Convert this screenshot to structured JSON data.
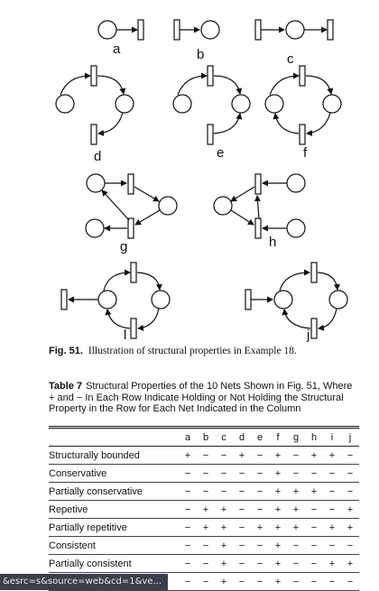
{
  "figure": {
    "net_labels": [
      "a",
      "b",
      "c",
      "d",
      "e",
      "f",
      "g",
      "h",
      "l",
      "j"
    ]
  },
  "fig_caption": {
    "number": "Fig. 51.",
    "text": "Illustration of structural properties in Example 18."
  },
  "table_caption": {
    "number": "Table 7",
    "text": "Structural Properties of the 10 Nets Shown in Fig. 51, Where + and − In Each Row Indicate Holding or Not Holding the Structural Property in the Row for Each Net Indicated in the Column"
  },
  "table": {
    "columns": [
      "a",
      "b",
      "c",
      "d",
      "e",
      "f",
      "g",
      "h",
      "i",
      "j"
    ],
    "rows": [
      {
        "property": "Structurally bounded",
        "values": [
          "+",
          "−",
          "−",
          "+",
          "−",
          "+",
          "−",
          "+",
          "+",
          "−"
        ]
      },
      {
        "property": "Conservative",
        "values": [
          "−",
          "−",
          "−",
          "−",
          "−",
          "+",
          "−",
          "−",
          "−",
          "−"
        ]
      },
      {
        "property": "Partially conservative",
        "values": [
          "−",
          "−",
          "−",
          "−",
          "−",
          "+",
          "+",
          "+",
          "−",
          "−"
        ]
      },
      {
        "property": "Repetive",
        "values": [
          "−",
          "+",
          "+",
          "−",
          "−",
          "+",
          "+",
          "−",
          "−",
          "+"
        ]
      },
      {
        "property": "Partially repetitive",
        "values": [
          "−",
          "+",
          "+",
          "−",
          "+",
          "+",
          "+",
          "−",
          "+",
          "+"
        ]
      },
      {
        "property": "Consistent",
        "values": [
          "−",
          "−",
          "+",
          "−",
          "−",
          "+",
          "−",
          "−",
          "−",
          "−"
        ]
      },
      {
        "property": "Partially consistent",
        "values": [
          "−",
          "−",
          "+",
          "−",
          "−",
          "+",
          "−",
          "−",
          "+",
          "+"
        ]
      },
      {
        "property": "",
        "values": [
          "−",
          "−",
          "+",
          "−",
          "−",
          "+",
          "−",
          "−",
          "−",
          "−"
        ]
      }
    ]
  },
  "status_url": "&esrc=s&source=web&cd=1&ve..."
}
